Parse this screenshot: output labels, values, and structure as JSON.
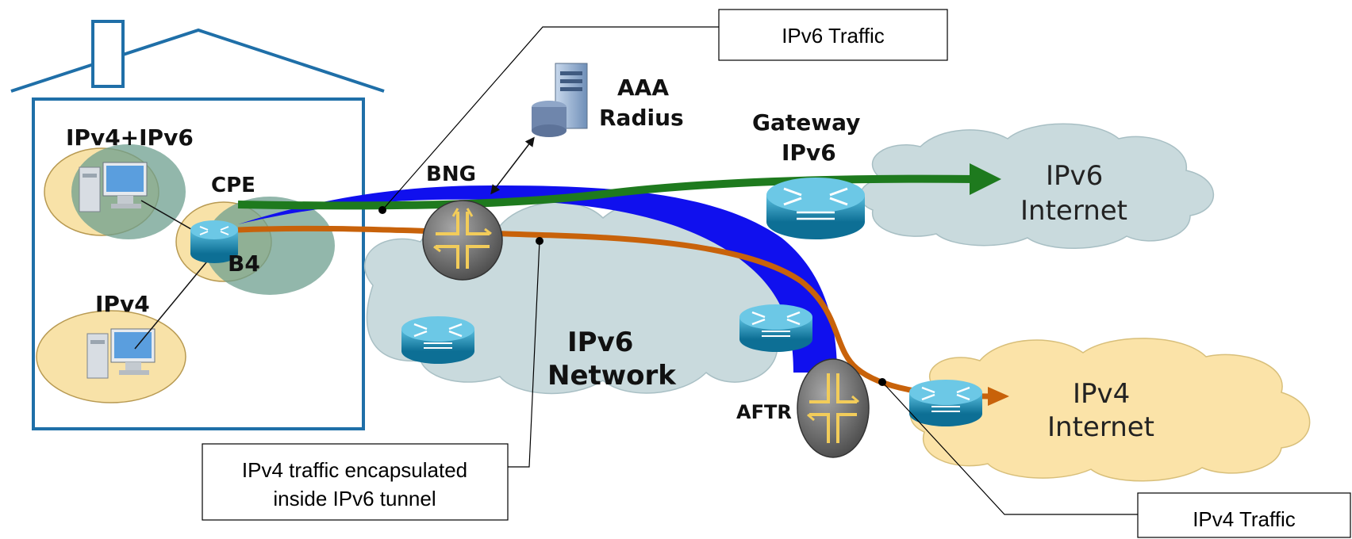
{
  "labels": {
    "ipv4_ipv6": "IPv4+IPv6",
    "cpe": "CPE",
    "b4": "B4",
    "ipv4_host": "IPv4",
    "bng": "BNG",
    "aaa": "AAA",
    "radius": "Radius",
    "gateway": "Gateway",
    "gateway_ipv6": "IPv6",
    "aftr": "AFTR",
    "ipv6_network_1": "IPv6",
    "ipv6_network_2": "Network",
    "ipv6_internet_1": "IPv6",
    "ipv6_internet_2": "Internet",
    "ipv4_internet_1": "IPv4",
    "ipv4_internet_2": "Internet"
  },
  "callouts": {
    "ipv6_traffic": "IPv6 Traffic",
    "ipv4_tunnel_line1": "IPv4 traffic encapsulated",
    "ipv4_tunnel_line2": "inside IPv6 tunnel",
    "ipv4_traffic": "IPv4 Traffic"
  },
  "colors": {
    "house": "#1f6fa8",
    "ipv6_flow": "#1e7a1e",
    "tunnel": "#1010ee",
    "ipv4_flow": "#c8620a",
    "cloud_grey": "#c9dadd",
    "cloud_yellow": "#fbe3a8",
    "router": "#1f8fb8"
  },
  "icons": [
    "desktop-computer-icon",
    "router-icon",
    "server-icon",
    "bng-router-icon",
    "aftr-router-icon"
  ]
}
